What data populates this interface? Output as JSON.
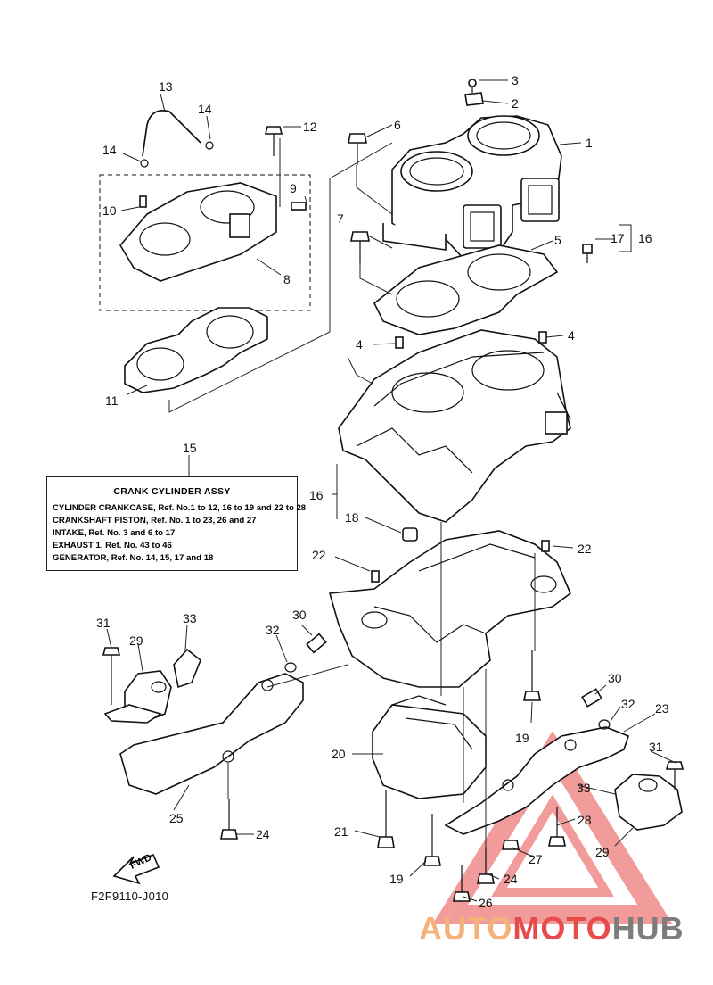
{
  "info_box": {
    "title": "CRANK CYLINDER ASSY",
    "lines": [
      "CYLINDER CRANKCASE, Ref. No.1 to 12, 16 to 19 and 22 to 28",
      "CRANKSHAFT PISTON, Ref. No. 1 to 23, 26 and 27",
      "INTAKE,  Ref. No. 3 and 6 to 17",
      "EXHAUST 1,  Ref. No. 43 to 46",
      "GENERATOR,  Ref. No. 14, 15, 17 and 18"
    ]
  },
  "drawing_code": "F2F9110-J010",
  "fwd_label": "FWD",
  "watermark": {
    "part1": "AUTO",
    "part2": "MOTO",
    "part3": "HUB",
    "color_orange": "#f3b27a",
    "color_red": "#e84b4b",
    "color_gray": "#7d7d7d"
  },
  "callouts": {
    "c1": "1",
    "c2": "2",
    "c3": "3",
    "c4a": "4",
    "c4b": "4",
    "c5": "5",
    "c6": "6",
    "c7": "7",
    "c8": "8",
    "c9": "9",
    "c10": "10",
    "c11": "11",
    "c12": "12",
    "c13": "13",
    "c14a": "14",
    "c14b": "14",
    "c15": "15",
    "c16a": "16",
    "c16b": "16",
    "c17": "17",
    "c18": "18",
    "c19a": "19",
    "c19b": "19",
    "c20": "20",
    "c21": "21",
    "c22a": "22",
    "c22b": "22",
    "c23": "23",
    "c24a": "24",
    "c24b": "24",
    "c25": "25",
    "c26": "26",
    "c27": "27",
    "c28": "28",
    "c29a": "29",
    "c29b": "29",
    "c30a": "30",
    "c30b": "30",
    "c31a": "31",
    "c31b": "31",
    "c32a": "32",
    "c32b": "32",
    "c33a": "33",
    "c33b": "33"
  }
}
